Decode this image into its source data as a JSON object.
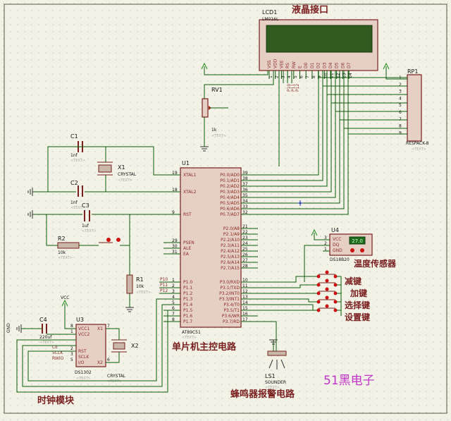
{
  "labels": {
    "lcd_interface": "液晶接口",
    "temp_sensor": "温度传感器",
    "key_minus": "减键",
    "key_plus": "加键",
    "key_select": "选择键",
    "key_set": "设置键",
    "mcu_circuit": "单片机主控电路",
    "clock_module": "时钟模块",
    "buzzer_alarm": "蜂鸣器报警电路",
    "brand": "51黑电子"
  },
  "lcd": {
    "ref": "LCD1",
    "part": "LM016L",
    "pins": [
      "VSS",
      "VDD",
      "VEE",
      "RS",
      "RW",
      "E",
      "D0",
      "D1",
      "D2",
      "D3",
      "D4",
      "D5",
      "D6",
      "D7"
    ],
    "pin_numbers": [
      "1",
      "2",
      "3",
      "4",
      "5",
      "6",
      "7",
      "8",
      "9",
      "10",
      "11",
      "12",
      "13",
      "14"
    ]
  },
  "rp1": {
    "ref": "RP1",
    "part": "RESPACK-8",
    "text": "<TEXT>",
    "pins": [
      "1",
      "2",
      "3",
      "4",
      "5",
      "6",
      "7",
      "8",
      "9"
    ]
  },
  "rv1": {
    "ref": "RV1",
    "value": "1k",
    "text": "<TEXT>"
  },
  "lcd_ctrl_labels": [
    "P10",
    "P11",
    "P12"
  ],
  "c1": {
    "ref": "C1",
    "value": "1nf",
    "text": "<TEXT>"
  },
  "c2": {
    "ref": "C2",
    "value": "1nf",
    "text": "<TEXT>"
  },
  "c3": {
    "ref": "C3",
    "value": "1uf",
    "text": "<TEXT>"
  },
  "x1": {
    "ref": "X1",
    "part": "CRYSTAL",
    "text": "<TEXT>"
  },
  "r2": {
    "ref": "R2",
    "value": "10k",
    "text": "<TEXT>"
  },
  "r1": {
    "ref": "R1",
    "value": "10k",
    "text": "<TEXT>"
  },
  "u1": {
    "ref": "U1",
    "part": "AT89C51",
    "text": "<TEXT>",
    "left_pins": [
      {
        "num": "19",
        "name": "XTAL1"
      },
      {
        "num": "18",
        "name": "XTAL2"
      },
      {
        "num": "9",
        "name": "RST"
      },
      {
        "num": "29",
        "name": "PSEN"
      },
      {
        "num": "30",
        "name": "ALE"
      },
      {
        "num": "31",
        "name": "EA"
      },
      {
        "num": "1",
        "name": "P1.0"
      },
      {
        "num": "2",
        "name": "P1.1"
      },
      {
        "num": "3",
        "name": "P1.2"
      },
      {
        "num": "4",
        "name": "P1.3"
      },
      {
        "num": "5",
        "name": "P1.4"
      },
      {
        "num": "6",
        "name": "P1.5"
      },
      {
        "num": "7",
        "name": "P1.6"
      },
      {
        "num": "8",
        "name": "P1.7"
      }
    ],
    "p1_net_labels": [
      "P10",
      "P11",
      "P12"
    ],
    "right_pins": [
      {
        "num": "39",
        "name": "P0.0/AD0"
      },
      {
        "num": "38",
        "name": "P0.1/AD1"
      },
      {
        "num": "37",
        "name": "P0.2/AD2"
      },
      {
        "num": "36",
        "name": "P0.3/AD3"
      },
      {
        "num": "35",
        "name": "P0.4/AD4"
      },
      {
        "num": "34",
        "name": "P0.5/AD5"
      },
      {
        "num": "33",
        "name": "P0.6/AD6"
      },
      {
        "num": "32",
        "name": "P0.7/AD7"
      },
      {
        "num": "21",
        "name": "P2.0/A8"
      },
      {
        "num": "22",
        "name": "P2.1/A9"
      },
      {
        "num": "23",
        "name": "P2.2/A10"
      },
      {
        "num": "24",
        "name": "P2.3/A11"
      },
      {
        "num": "25",
        "name": "P2.4/A12"
      },
      {
        "num": "26",
        "name": "P2.5/A13"
      },
      {
        "num": "27",
        "name": "P2.6/A14"
      },
      {
        "num": "28",
        "name": "P2.7/A15"
      },
      {
        "num": "10",
        "name": "P3.0/RXD"
      },
      {
        "num": "11",
        "name": "P3.1/TXD"
      },
      {
        "num": "12",
        "name": "P3.2/INT0"
      },
      {
        "num": "13",
        "name": "P3.3/INT1"
      },
      {
        "num": "14",
        "name": "P3.4/T0"
      },
      {
        "num": "15",
        "name": "P3.5/T1"
      },
      {
        "num": "16",
        "name": "P3.6/WR"
      },
      {
        "num": "17",
        "name": "P3.7/RD"
      }
    ]
  },
  "u4": {
    "ref": "U4",
    "part": "DS18B20",
    "reading": "27.0",
    "pins": [
      "VCC",
      "DQ",
      "GND"
    ],
    "pin_numbers": [
      "3",
      "2",
      "1"
    ]
  },
  "u3": {
    "ref": "U3",
    "part": "DS1302",
    "text": "<TEXT>",
    "pins_left": [
      "VCC1",
      "VCC2",
      "RST",
      "SCLK",
      "I/O"
    ],
    "pins_right": [
      "X1",
      "X2"
    ],
    "ext_labels": [
      "CE",
      "SCLK",
      "RWIO"
    ],
    "pin_numbers": [
      "8",
      "1",
      "2",
      "3",
      "5",
      "7",
      "6"
    ]
  },
  "vcc_label": "VCC",
  "gnd_label": "GND",
  "c4": {
    "ref": "C4",
    "value": "220uf",
    "text": "<TEXT>"
  },
  "x2": {
    "ref": "X2",
    "part": "CRYSTAL",
    "text": "<TEXT>"
  },
  "ls1": {
    "ref": "LS1",
    "part": "SOUNDER",
    "text": "<TEXT>"
  },
  "colors": {
    "background": "#f2f2e6",
    "wire": "#0c5c0c",
    "component_outline": "#7a1f1f",
    "component_fill": "#e6cfc4",
    "lcd_screen": "#2f5b1f",
    "label_red": "#7a1f1f",
    "brand_purple": "#c233c9",
    "button_red": "#cc1111"
  }
}
